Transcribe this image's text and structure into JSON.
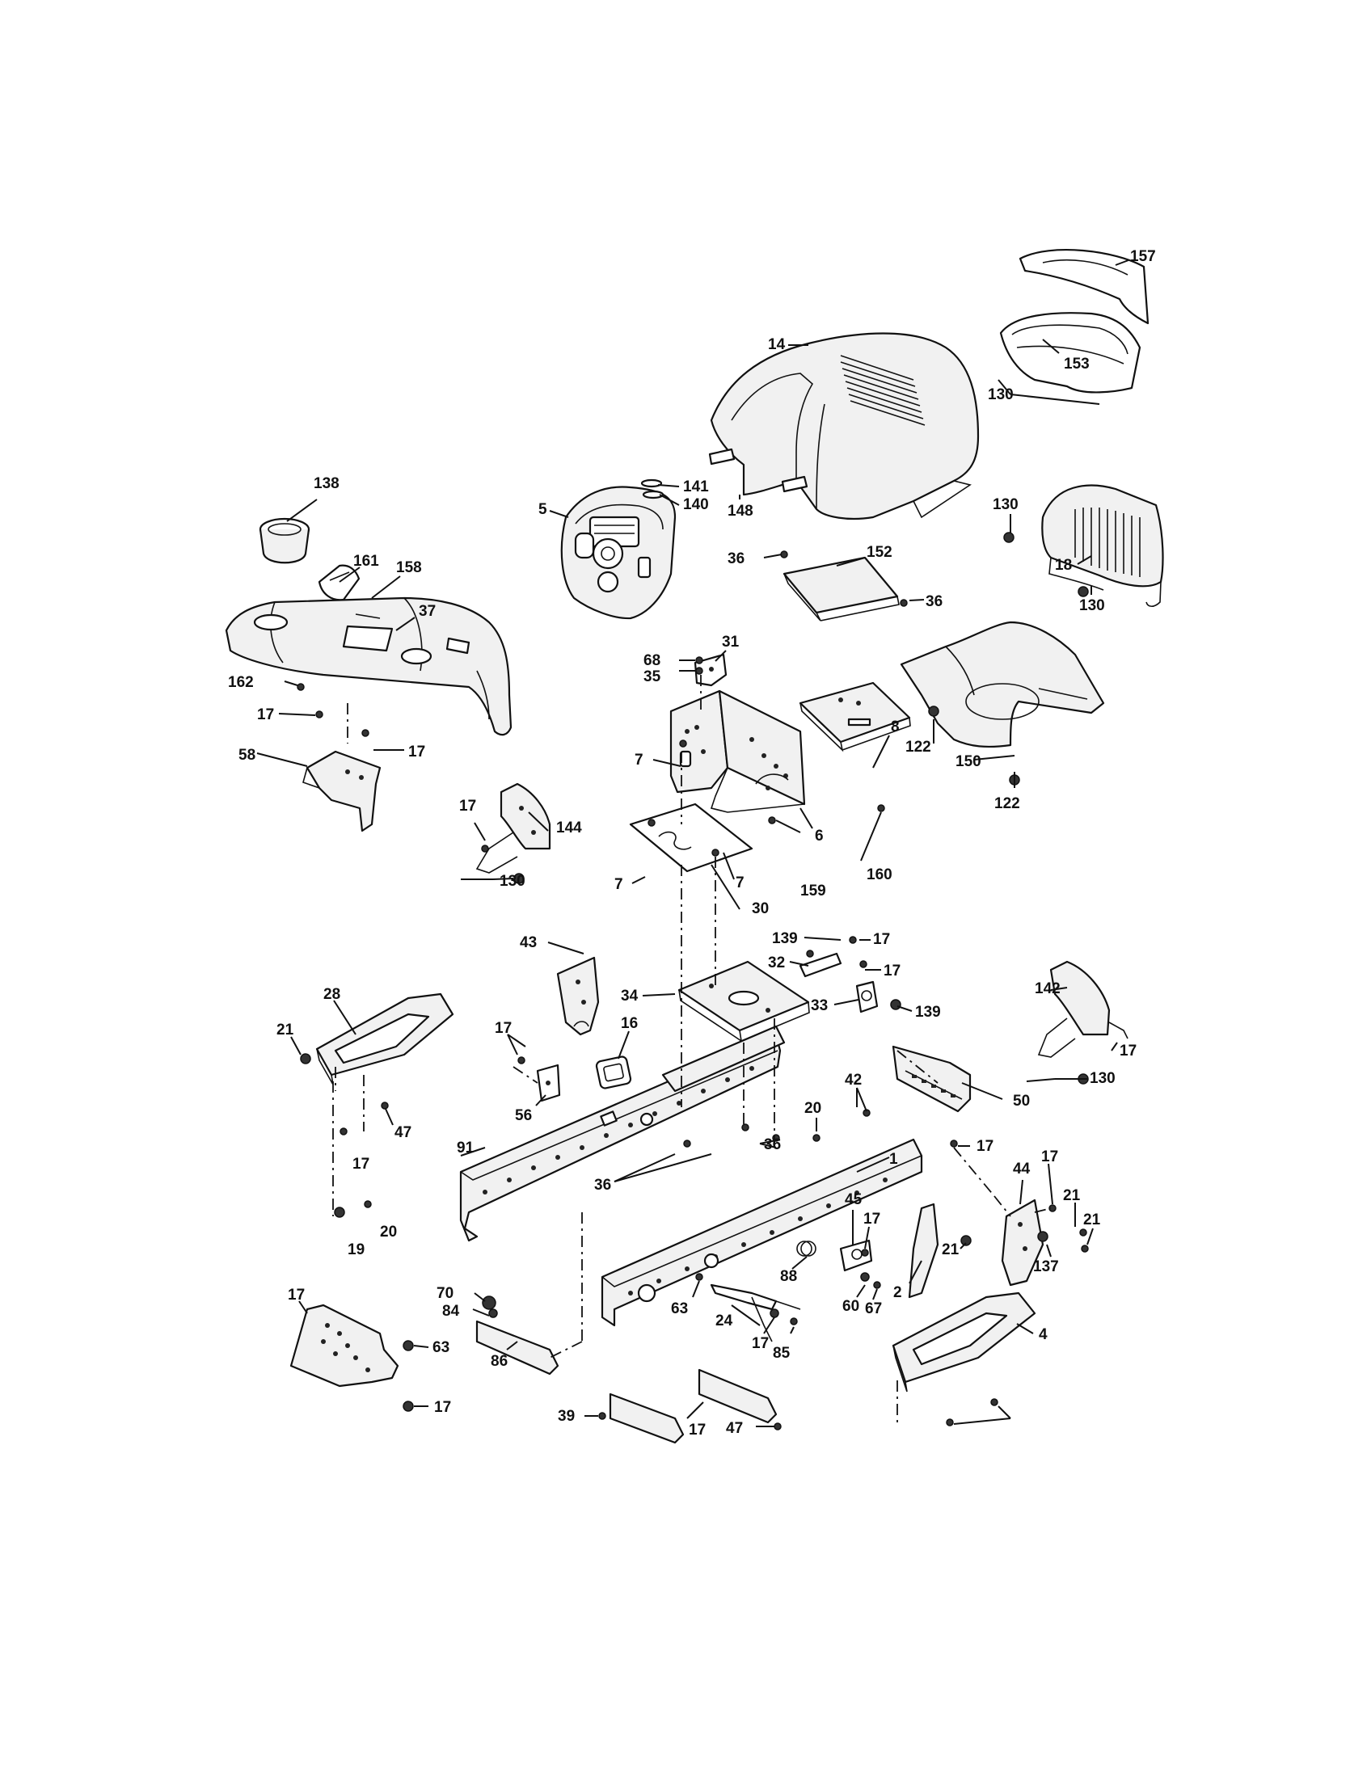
{
  "callouts": [
    {
      "id": "c157",
      "text": "157"
    },
    {
      "id": "c14",
      "text": "14"
    },
    {
      "id": "c153",
      "text": "153"
    },
    {
      "id": "c130a",
      "text": "130"
    },
    {
      "id": "c138",
      "text": "138"
    },
    {
      "id": "c141",
      "text": "141"
    },
    {
      "id": "c140",
      "text": "140"
    },
    {
      "id": "c5",
      "text": "5"
    },
    {
      "id": "c148",
      "text": "148"
    },
    {
      "id": "c130b",
      "text": "130"
    },
    {
      "id": "c161",
      "text": "161"
    },
    {
      "id": "c158",
      "text": "158"
    },
    {
      "id": "c37",
      "text": "37"
    },
    {
      "id": "c36a",
      "text": "36"
    },
    {
      "id": "c152",
      "text": "152"
    },
    {
      "id": "c18",
      "text": "18"
    },
    {
      "id": "c36b",
      "text": "36"
    },
    {
      "id": "c130c",
      "text": "130"
    },
    {
      "id": "c31",
      "text": "31"
    },
    {
      "id": "c68",
      "text": "68"
    },
    {
      "id": "c35",
      "text": "35"
    },
    {
      "id": "c162",
      "text": "162"
    },
    {
      "id": "c17a",
      "text": "17"
    },
    {
      "id": "c8",
      "text": "8"
    },
    {
      "id": "c122a",
      "text": "122"
    },
    {
      "id": "c58",
      "text": "58"
    },
    {
      "id": "c17b",
      "text": "17"
    },
    {
      "id": "c150",
      "text": "150"
    },
    {
      "id": "c7a",
      "text": "7"
    },
    {
      "id": "c122b",
      "text": "122"
    },
    {
      "id": "c17c",
      "text": "17"
    },
    {
      "id": "c144",
      "text": "144"
    },
    {
      "id": "c6",
      "text": "6"
    },
    {
      "id": "c7b",
      "text": "7"
    },
    {
      "id": "c160",
      "text": "160"
    },
    {
      "id": "c159",
      "text": "159"
    },
    {
      "id": "c7c",
      "text": "7"
    },
    {
      "id": "c130d",
      "text": "130"
    },
    {
      "id": "c30",
      "text": "30"
    },
    {
      "id": "c139a",
      "text": "139"
    },
    {
      "id": "c17d",
      "text": "17"
    },
    {
      "id": "c43",
      "text": "43"
    },
    {
      "id": "c32",
      "text": "32"
    },
    {
      "id": "c17e",
      "text": "17"
    },
    {
      "id": "c28",
      "text": "28"
    },
    {
      "id": "c34",
      "text": "34"
    },
    {
      "id": "c33",
      "text": "33"
    },
    {
      "id": "c139b",
      "text": "139"
    },
    {
      "id": "c142",
      "text": "142"
    },
    {
      "id": "c21a",
      "text": "21"
    },
    {
      "id": "c17f",
      "text": "17"
    },
    {
      "id": "c16",
      "text": "16"
    },
    {
      "id": "c17g",
      "text": "17"
    },
    {
      "id": "c130e",
      "text": "130"
    },
    {
      "id": "c42",
      "text": "42"
    },
    {
      "id": "c50",
      "text": "50"
    },
    {
      "id": "c56",
      "text": "56"
    },
    {
      "id": "c20a",
      "text": "20"
    },
    {
      "id": "c47a",
      "text": "47"
    },
    {
      "id": "c36c",
      "text": "36"
    },
    {
      "id": "c17h",
      "text": "17"
    },
    {
      "id": "c91",
      "text": "91"
    },
    {
      "id": "c44",
      "text": "44"
    },
    {
      "id": "c17i",
      "text": "17"
    },
    {
      "id": "c17j",
      "text": "17"
    },
    {
      "id": "c1",
      "text": "1"
    },
    {
      "id": "c36d",
      "text": "36"
    },
    {
      "id": "c21b",
      "text": "21"
    },
    {
      "id": "c45",
      "text": "45"
    },
    {
      "id": "c17k",
      "text": "17"
    },
    {
      "id": "c20b",
      "text": "20"
    },
    {
      "id": "c19",
      "text": "19"
    },
    {
      "id": "c21c",
      "text": "21"
    },
    {
      "id": "c21d",
      "text": "21"
    },
    {
      "id": "c137",
      "text": "137"
    },
    {
      "id": "c70",
      "text": "70"
    },
    {
      "id": "c88",
      "text": "88"
    },
    {
      "id": "c84",
      "text": "84"
    },
    {
      "id": "c2",
      "text": "2"
    },
    {
      "id": "c17l",
      "text": "17"
    },
    {
      "id": "c63a",
      "text": "63"
    },
    {
      "id": "c60",
      "text": "60"
    },
    {
      "id": "c67",
      "text": "67"
    },
    {
      "id": "c24",
      "text": "24"
    },
    {
      "id": "c4",
      "text": "4"
    },
    {
      "id": "c63b",
      "text": "63"
    },
    {
      "id": "c17m",
      "text": "17"
    },
    {
      "id": "c85",
      "text": "85"
    },
    {
      "id": "c86",
      "text": "86"
    },
    {
      "id": "c17n",
      "text": "17"
    },
    {
      "id": "c39",
      "text": "39"
    },
    {
      "id": "c17o",
      "text": "17"
    },
    {
      "id": "c47b",
      "text": "47"
    }
  ]
}
